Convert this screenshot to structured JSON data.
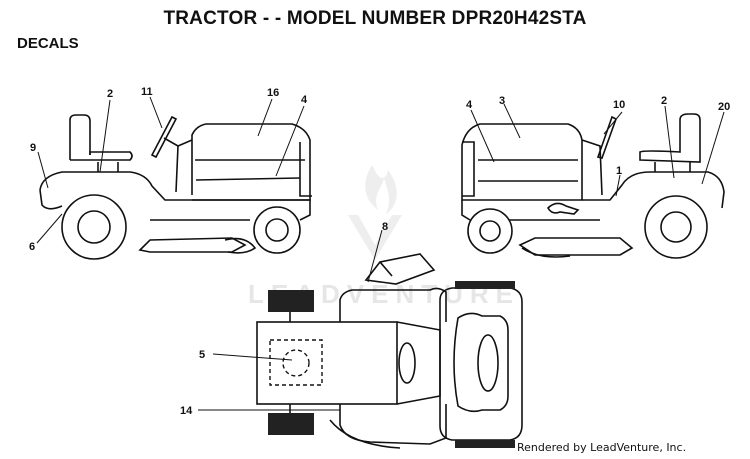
{
  "title": "TRACTOR - - MODEL NUMBER DPR20H42STA",
  "section": "DECALS",
  "credit": "Rendered by LeadVenture, Inc.",
  "watermark": "LEADVENTURE",
  "callouts": {
    "c2_left": "2",
    "c11": "11",
    "c16": "16",
    "c4_left": "4",
    "c9": "9",
    "c6": "6",
    "c4_right": "4",
    "c3": "3",
    "c10": "10",
    "c2_right": "2",
    "c20": "20",
    "c1": "1",
    "c8": "8",
    "c5": "5",
    "c14": "14"
  }
}
